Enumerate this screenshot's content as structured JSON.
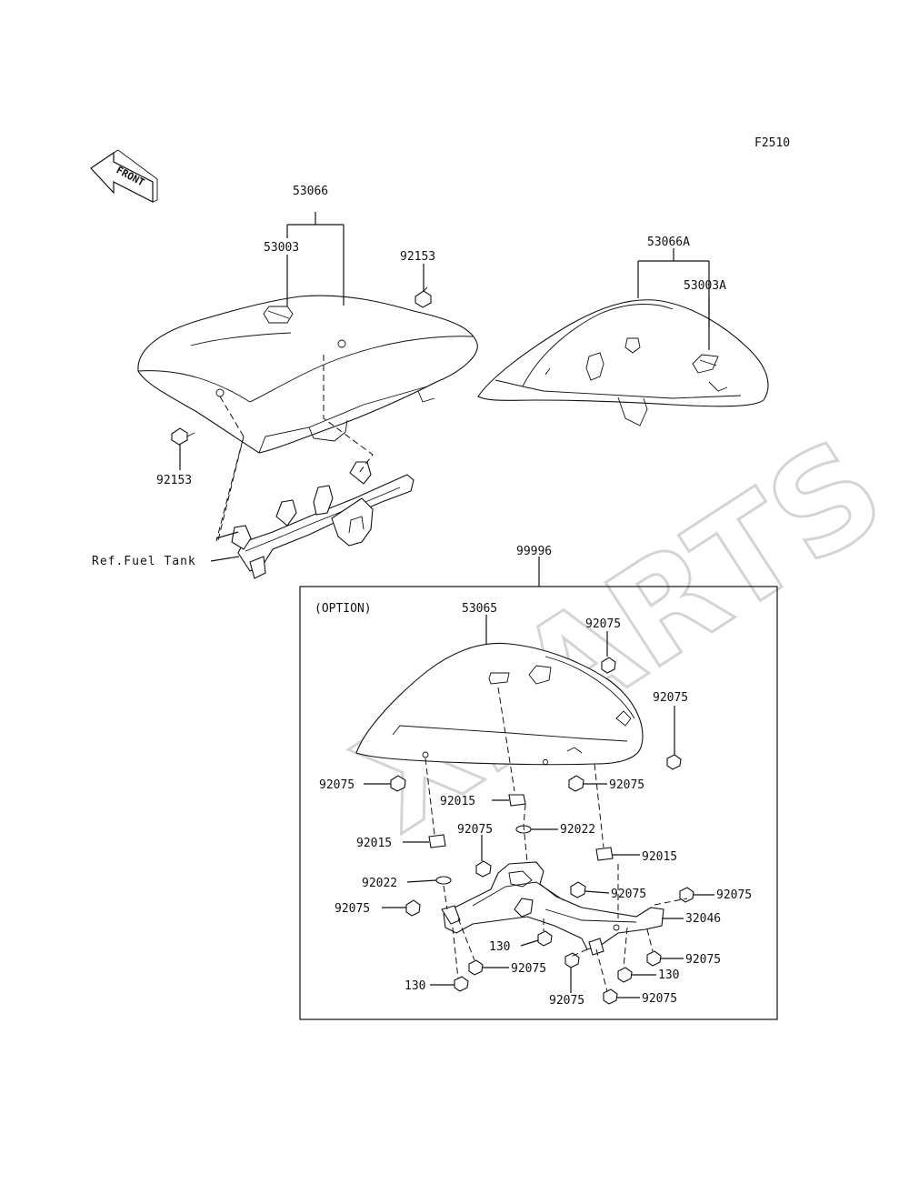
{
  "figure_code": "F2510",
  "front_arrow_label": "FRONT",
  "option_label": "(OPTION)",
  "ref_label": "Ref.Fuel Tank",
  "watermark": "XPARTS",
  "callouts": {
    "c53066": "53066",
    "c53003": "53003",
    "c92153_top": "92153",
    "c92153_left": "92153",
    "c53066A": "53066A",
    "c53003A": "53003A",
    "c99996": "99996",
    "c53065": "53065",
    "c92075_a": "92075",
    "c92075_b": "92075",
    "c92075_c": "92075",
    "c92075_d": "92075",
    "c92015_a": "92015",
    "c92075_e": "92075",
    "c92022_a": "92022",
    "c92015_b": "92015",
    "c92015_c": "92015",
    "c92075_f": "92075",
    "c92075_g": "92075",
    "c92022_b": "92022",
    "c32046": "32046",
    "c92075_h": "92075",
    "c130_a": "130",
    "c92075_i": "92075",
    "c92075_j": "92075",
    "c130_b": "130",
    "c130_c": "130",
    "c92075_k": "92075",
    "c92075_l": "92075"
  }
}
